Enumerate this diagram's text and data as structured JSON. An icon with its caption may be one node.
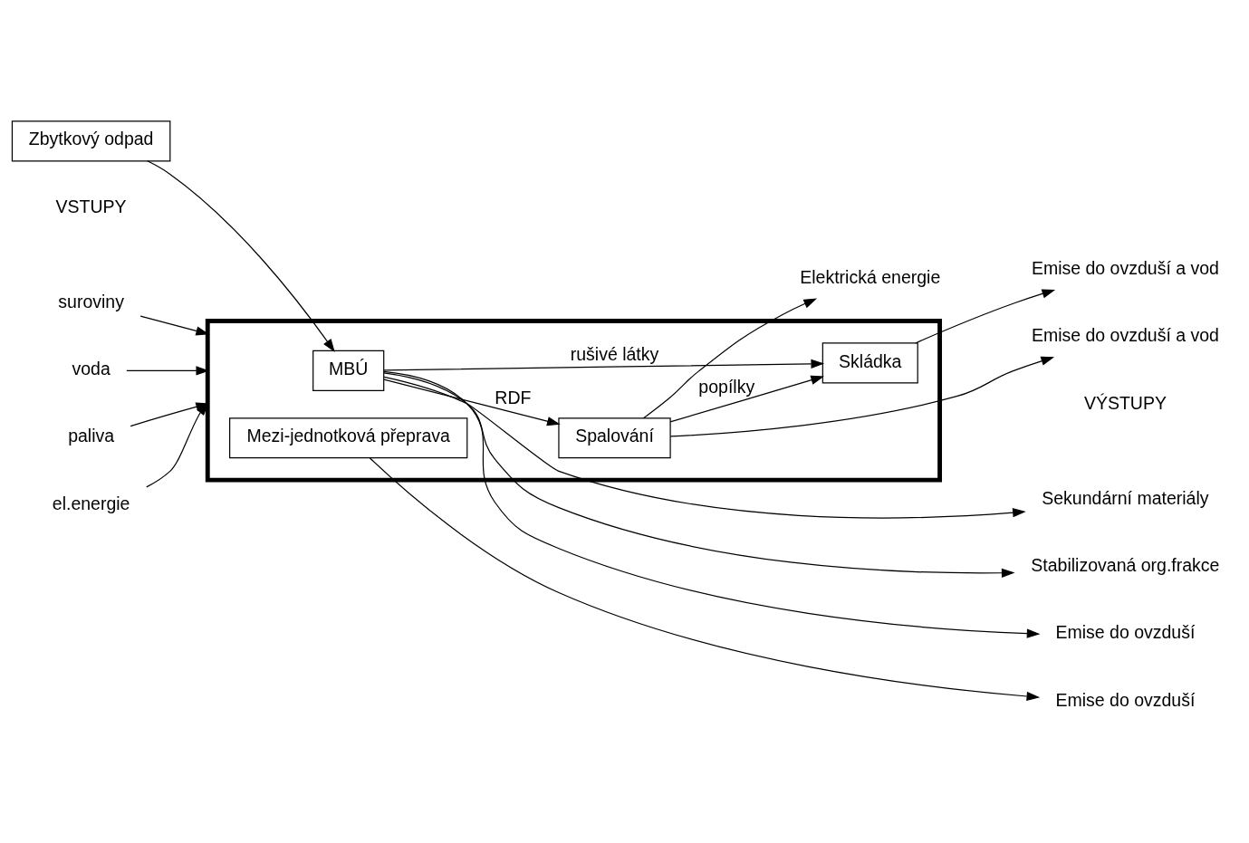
{
  "diagram": {
    "nodes": [
      {
        "text": [],
        "shape": "box"
      },
      {
        "text": [
          "Zbytkový odpad"
        ]
      },
      {
        "text": [
          "MBÚ"
        ],
        "in": 0
      },
      {
        "text": [
          "Spalování"
        ],
        "in": 0
      },
      {
        "text": [
          "Skládka"
        ],
        "in": 0
      },
      {
        "text": [
          "Mezi-jednotková přeprava"
        ],
        "in": 0
      },
      {
        "text": [
          "suroviny"
        ]
      },
      {
        "text": [
          "voda"
        ]
      },
      {
        "text": [
          "paliva"
        ]
      },
      {
        "text": [
          "el.energie"
        ]
      },
      {
        "text": [
          "Sekundární materiály"
        ]
      },
      {
        "text": [
          "Stabilizovaná org.frakce"
        ]
      },
      {
        "text": [
          "Emise do ovzduší"
        ]
      },
      {
        "text": [
          "Emise do ovzduší a vod"
        ]
      },
      {
        "text": [
          "Emise do ovzduší a vod"
        ]
      },
      {
        "text": [
          "Emise do ovzduší"
        ]
      },
      {
        "text": [
          "Elektrická energie"
        ]
      }
    ],
    "edges": [
      {
        "from": 1,
        "to": 2,
        "arrow": "to"
      },
      {
        "from": 2,
        "to": 10,
        "arrow": "to"
      },
      {
        "from": 2,
        "to": 11,
        "arrow": "to"
      },
      {
        "from": 2,
        "to": 12,
        "arrow": "to"
      },
      {
        "from": 2,
        "to": 4,
        "arrow": "to",
        "label": "rušivé látky"
      },
      {
        "from": 2,
        "to": 3,
        "arrow": "to",
        "label": "RDF"
      },
      {
        "from": 3,
        "to": 4,
        "arrow": "to",
        "label": "popílky"
      },
      {
        "from": 3,
        "to": 13,
        "arrow": "to"
      },
      {
        "from": 4,
        "to": 14,
        "arrow": "to"
      },
      {
        "from": 5,
        "to": 15,
        "arrow": "to"
      },
      {
        "from": 3,
        "to": 16,
        "arrow": "to"
      },
      {
        "from": 6,
        "to": 0,
        "arrow": "to"
      },
      {
        "from": 7,
        "to": 0,
        "arrow": "to"
      },
      {
        "from": 8,
        "to": 0,
        "arrow": "to"
      },
      {
        "from": 9,
        "to": 0,
        "arrow": "to"
      }
    ],
    "labels": [
      "VSTUPY",
      "VÝSTUPY"
    ]
  }
}
